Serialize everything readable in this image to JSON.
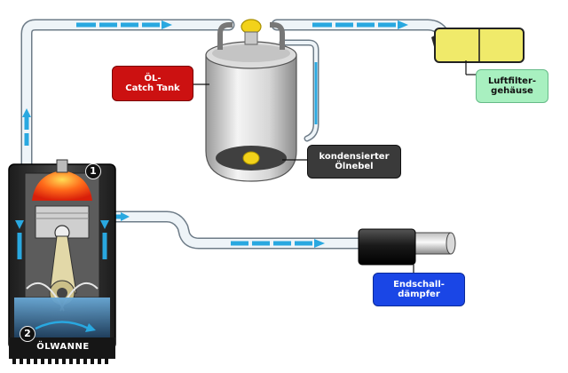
{
  "labels": {
    "catch_tank": [
      "ÖL-",
      "Catch Tank"
    ],
    "air_filter": [
      "Luftfilter-",
      "gehäuse"
    ],
    "condensed": [
      "kondensierter",
      "Ölnebel"
    ],
    "muffler": [
      "Endschall-",
      "dämpfer"
    ],
    "sump": "ÖLWANNE"
  },
  "markers": {
    "one": "1",
    "two": "2"
  },
  "colors": {
    "hose": "#eef4f8",
    "flow": "#29a8e0",
    "label_red": "#cc1111",
    "label_green": "#a8f0c0",
    "label_dark": "#3a3a3a",
    "label_blue": "#1a46e6",
    "cap": "#f2d21a",
    "filter": "#f0ea6a"
  }
}
